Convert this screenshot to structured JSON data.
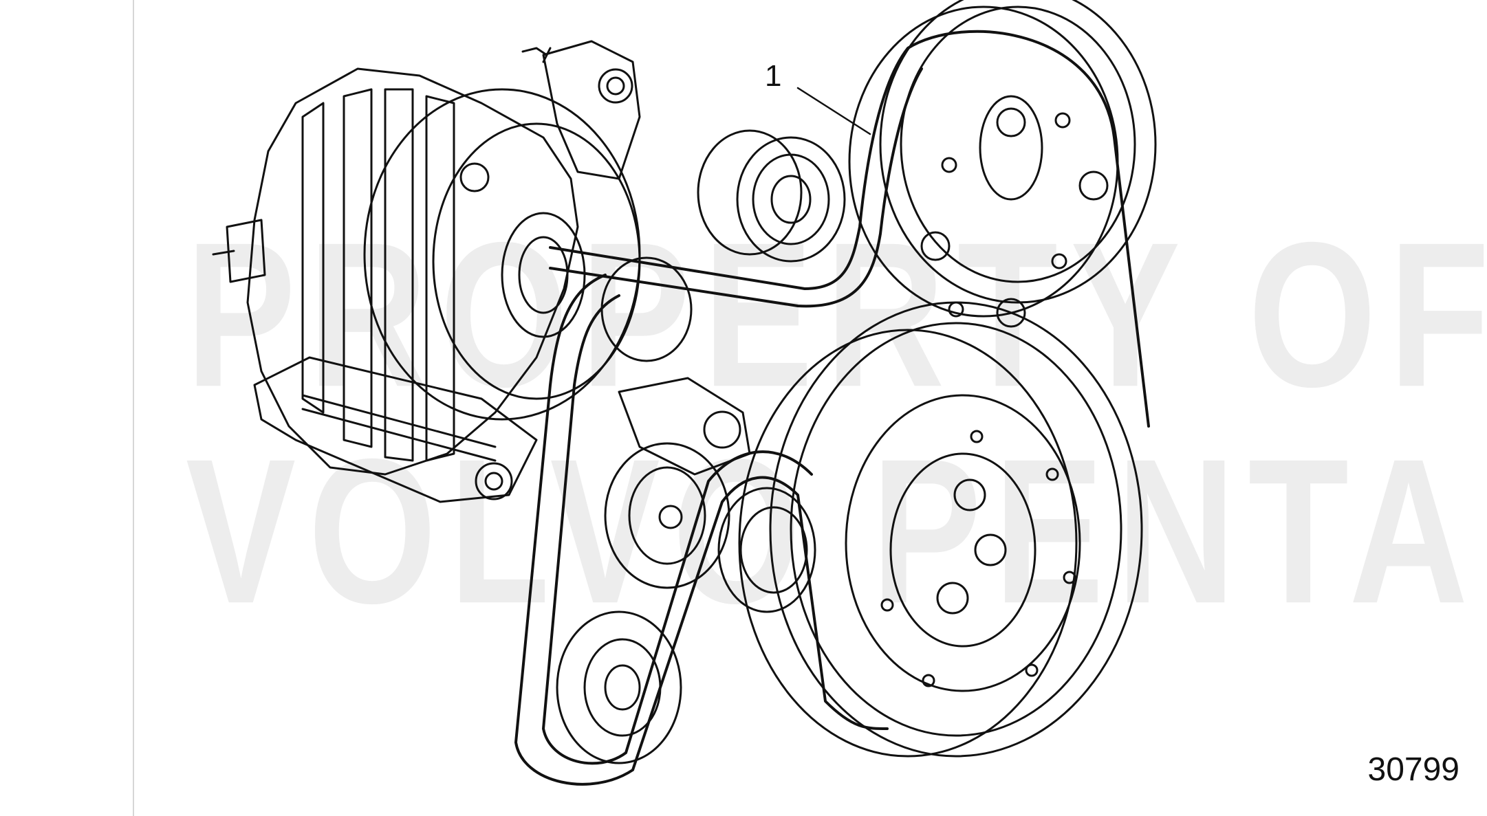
{
  "watermark": {
    "line1": "PROPERTY OF",
    "line2": "VOLVO PENTA"
  },
  "callout": {
    "label": "1"
  },
  "figure_number": "30799",
  "colors": {
    "line": "#111111",
    "watermark": "#ededed",
    "background": "#ffffff"
  }
}
